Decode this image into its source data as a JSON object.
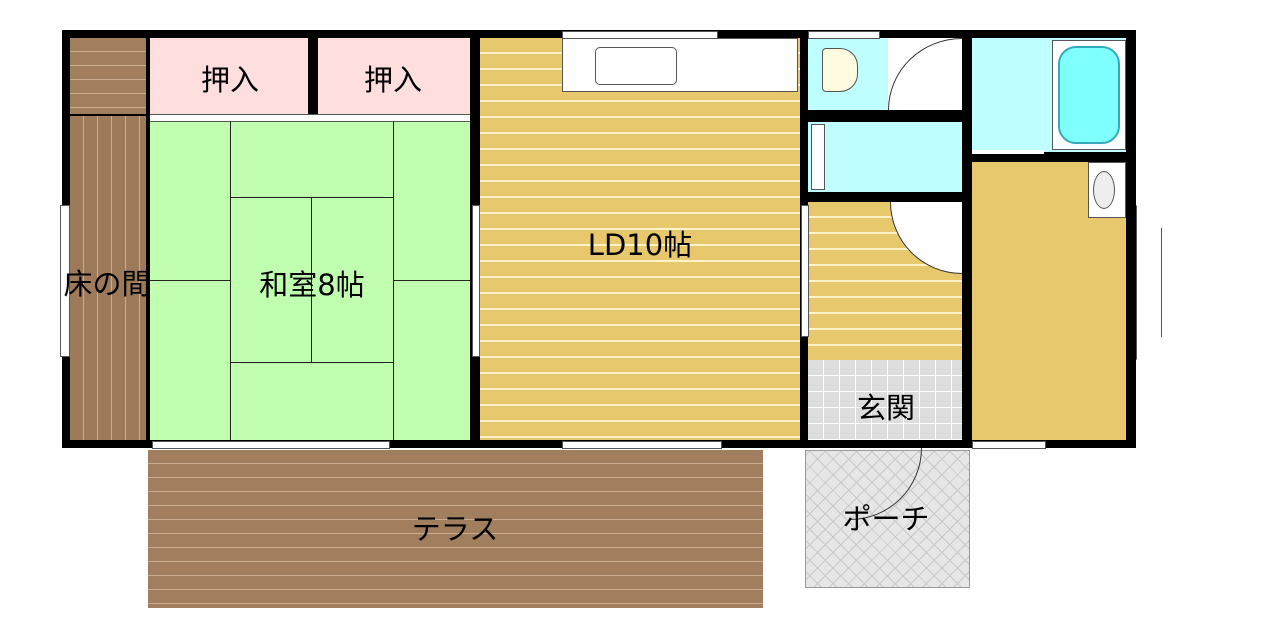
{
  "rooms": {
    "closet_1": "押入",
    "closet_2": "押入",
    "tokonoma": "床の間",
    "washitsu": "和室8帖",
    "ld": "LD10帖",
    "genkan": "玄関",
    "terrace": "テラス",
    "porch": "ポーチ"
  },
  "colors": {
    "wood": "#e8c86c",
    "tatami": "#c0ffb0",
    "closet": "#ffdede",
    "wet_area": "#c0ffff",
    "terrace": "#a07e5e",
    "wall": "#000000"
  }
}
